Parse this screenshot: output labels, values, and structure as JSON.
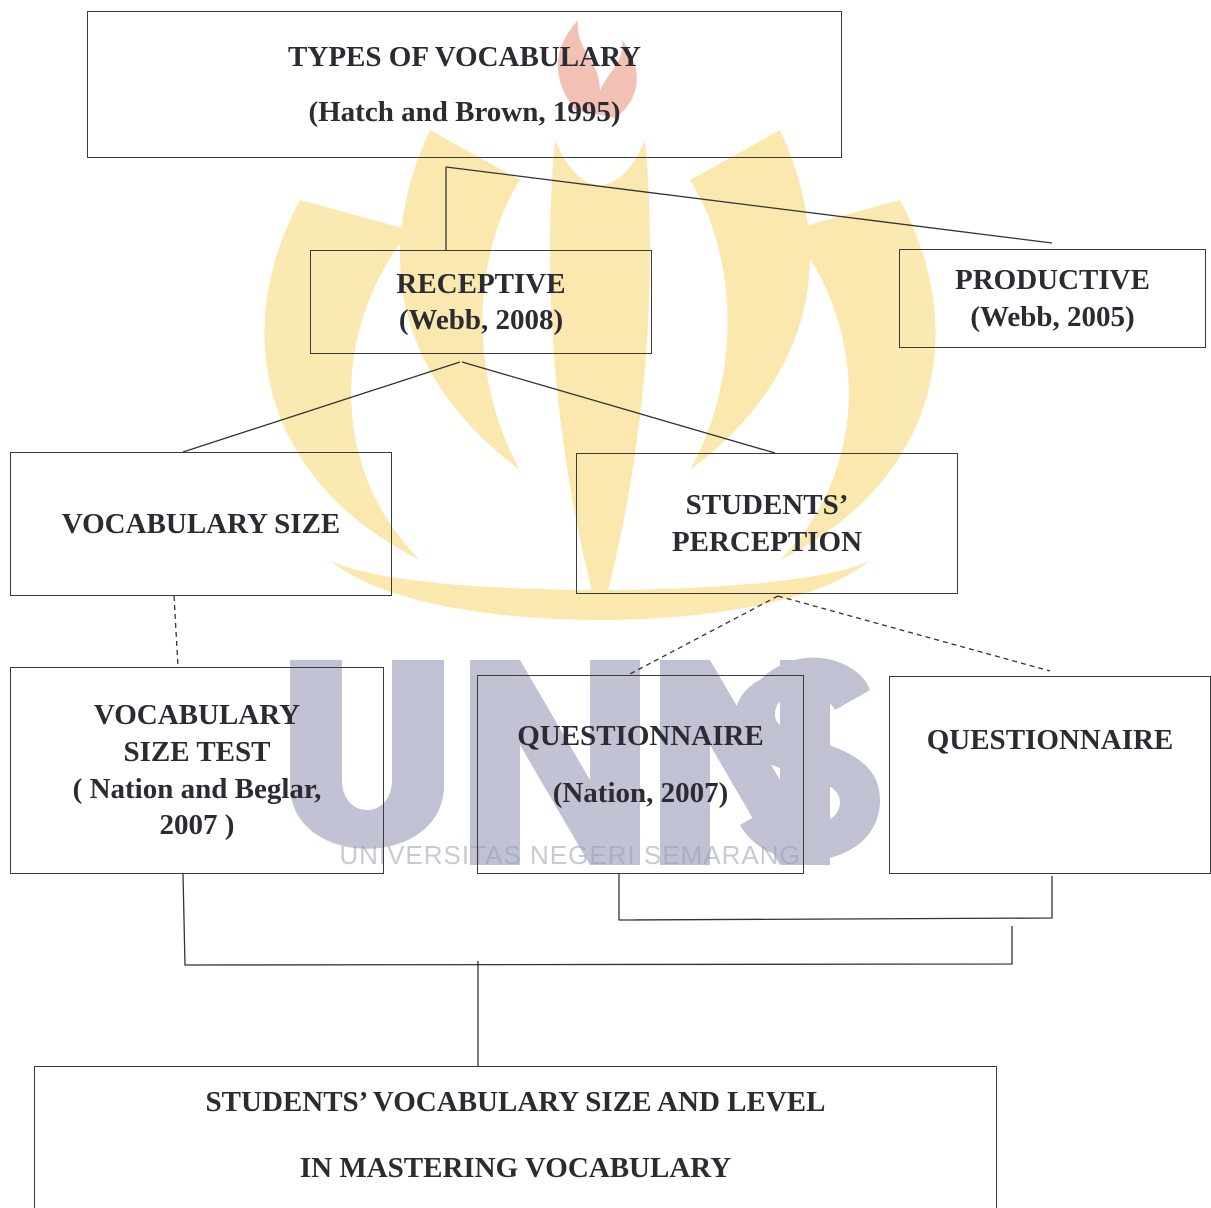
{
  "nodes": {
    "types": {
      "title": "TYPES OF VOCABULARY",
      "source": "(Hatch and Brown, 1995)"
    },
    "receptive": {
      "title": "RECEPTIVE",
      "source": "(Webb, 2008)"
    },
    "productive": {
      "title": "PRODUCTIVE",
      "source": "(Webb, 2005)"
    },
    "vocab_size": {
      "title": "VOCABULARY SIZE"
    },
    "perception": {
      "line1": "STUDENTS’",
      "line2": "PERCEPTION"
    },
    "vst": {
      "line1": "VOCABULARY",
      "line2": "SIZE TEST",
      "line3": "( Nation and Beglar,",
      "line4": "2007 )"
    },
    "quest1": {
      "title": "QUESTIONNAIRE",
      "source": "(Nation, 2007)"
    },
    "quest2": {
      "title": "QUESTIONNAIRE"
    },
    "result": {
      "line1": "STUDENTS’  VOCABULARY SIZE AND LEVEL",
      "line2": "IN MASTERING VOCABULARY"
    }
  },
  "watermark": {
    "logo_text": "UNNES",
    "subtitle": "UNIVERSITAS NEGERI SEMARANG",
    "colors": {
      "logo": "#f3c430",
      "flame": "#e05a3a",
      "letters": "#5b5f8c"
    }
  }
}
